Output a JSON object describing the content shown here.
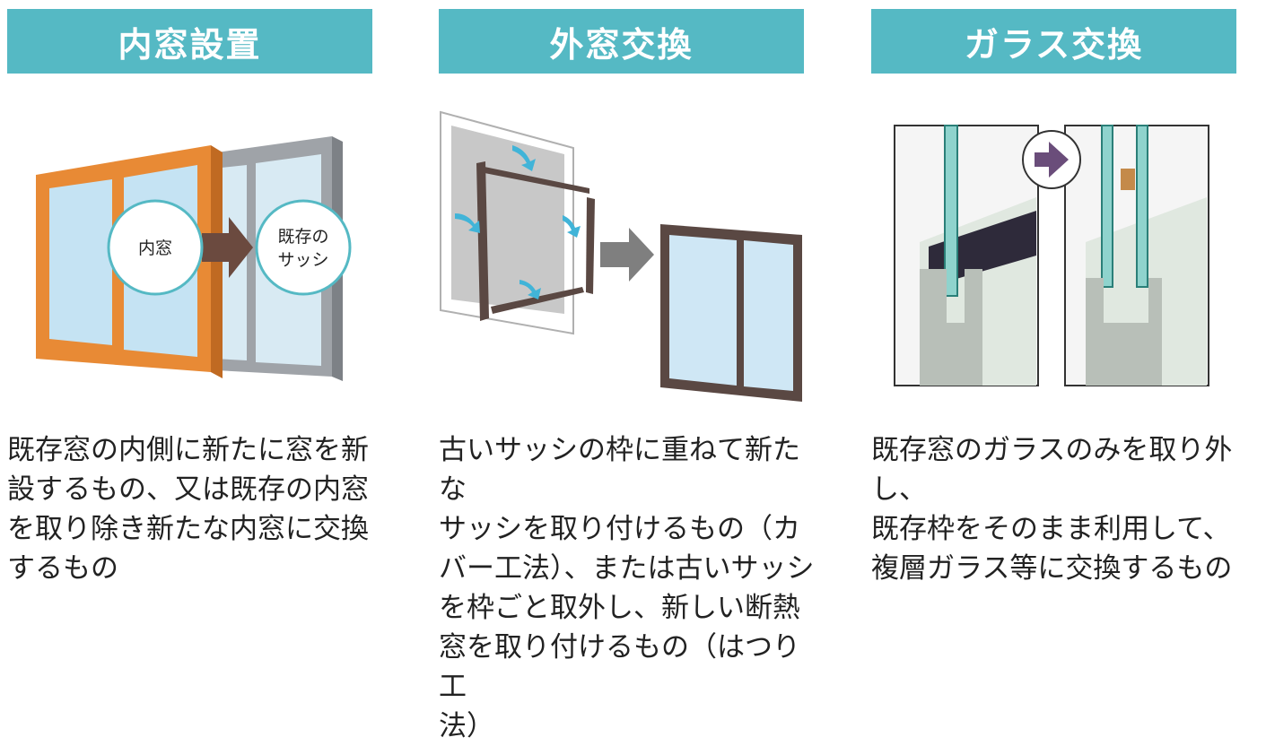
{
  "panels": [
    {
      "title": "内窓設置",
      "labels": {
        "inner": "内窓",
        "existing_line1": "既存の",
        "existing_line2": "サッシ"
      },
      "description": "既存窓の内側に新たに窓を新\n設するもの、又は既存の内窓\nを取り除き新たな内窓に交換\nするもの"
    },
    {
      "title": "外窓交換",
      "description": "古いサッシの枠に重ねて新たな\nサッシを取り付けるもの（カ\nバー工法）、または古いサッシ\nを枠ごと取外し、新しい断熱\n窓を取り付けるもの（はつり工\n法）"
    },
    {
      "title": "ガラス交換",
      "description": "既存窓のガラスのみを取り外し、\n既存枠をそのまま利用して、\n複層ガラス等に交換するもの"
    }
  ],
  "colors": {
    "header_bg": "#55b9c4",
    "inner_frame": "#e88a35",
    "existing_frame": "#9fa3a8",
    "new_frame": "#5a4843",
    "arrow_brown": "#6b4a3f",
    "arrow_gray": "#7f7f7f",
    "arrow_purple": "#6a4d7a",
    "glass_blue": "#bfe0f2"
  }
}
